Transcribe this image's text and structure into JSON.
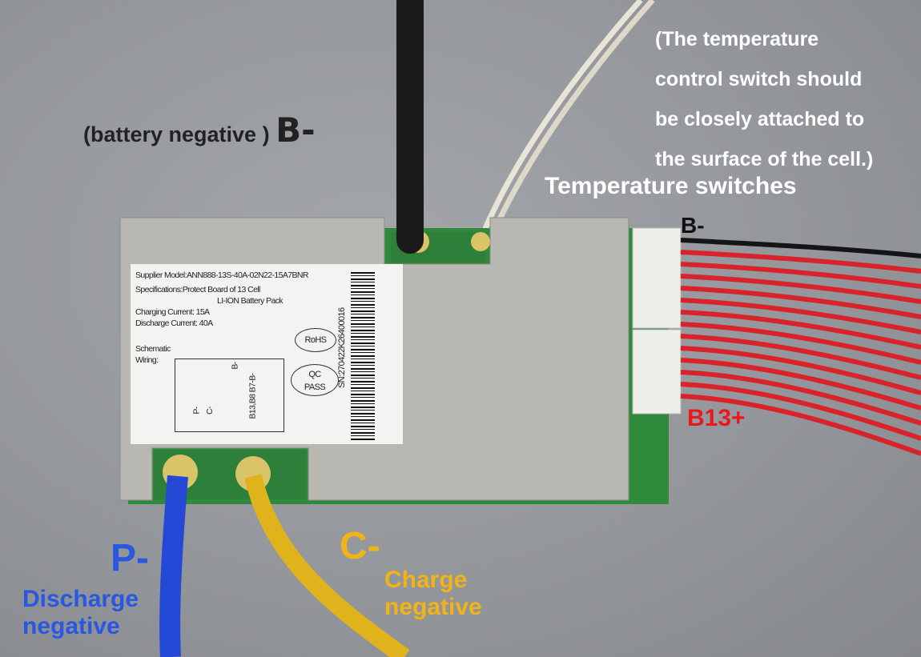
{
  "annotations": {
    "battery_negative_text": "(battery negative )",
    "battery_negative_code": "B-",
    "temp_note": [
      "(The temperature",
      "control switch should",
      "be closely attached to",
      "the surface of the cell.)"
    ],
    "temp_switches": "Temperature switches",
    "balance_b_minus": "B-",
    "balance_b13_plus": "B13+",
    "discharge_code": "P-",
    "discharge_text": [
      "Discharge",
      "negative"
    ],
    "charge_code": "C-",
    "charge_text": [
      "Charge",
      "negative"
    ]
  },
  "label": {
    "supplier_model": "Supplier Model:ANN888-13S-40A-02N22-15A7BNR",
    "specifications": "Specifications:Protect Board of 13 Cell",
    "specifications_2": "LI-ION Battery Pack",
    "charging_current": "Charging Current: 15A",
    "discharge_current": "Discharge Current: 40A",
    "schematic": "Schematic",
    "wiring": "Wiring:",
    "rohs": "RoHS",
    "qc": "QC",
    "pass": "PASS",
    "serial": "SN:270422K26400016",
    "schem_b_minus": "B-",
    "schem_p_minus": "P-",
    "schem_c_minus": "C-",
    "schem_connector": "B13,B8 B7-B-"
  },
  "colors": {
    "blue": "#2a57e0",
    "orange": "#f0b419",
    "red": "#e8191c",
    "wire_red": "#d8232a"
  }
}
